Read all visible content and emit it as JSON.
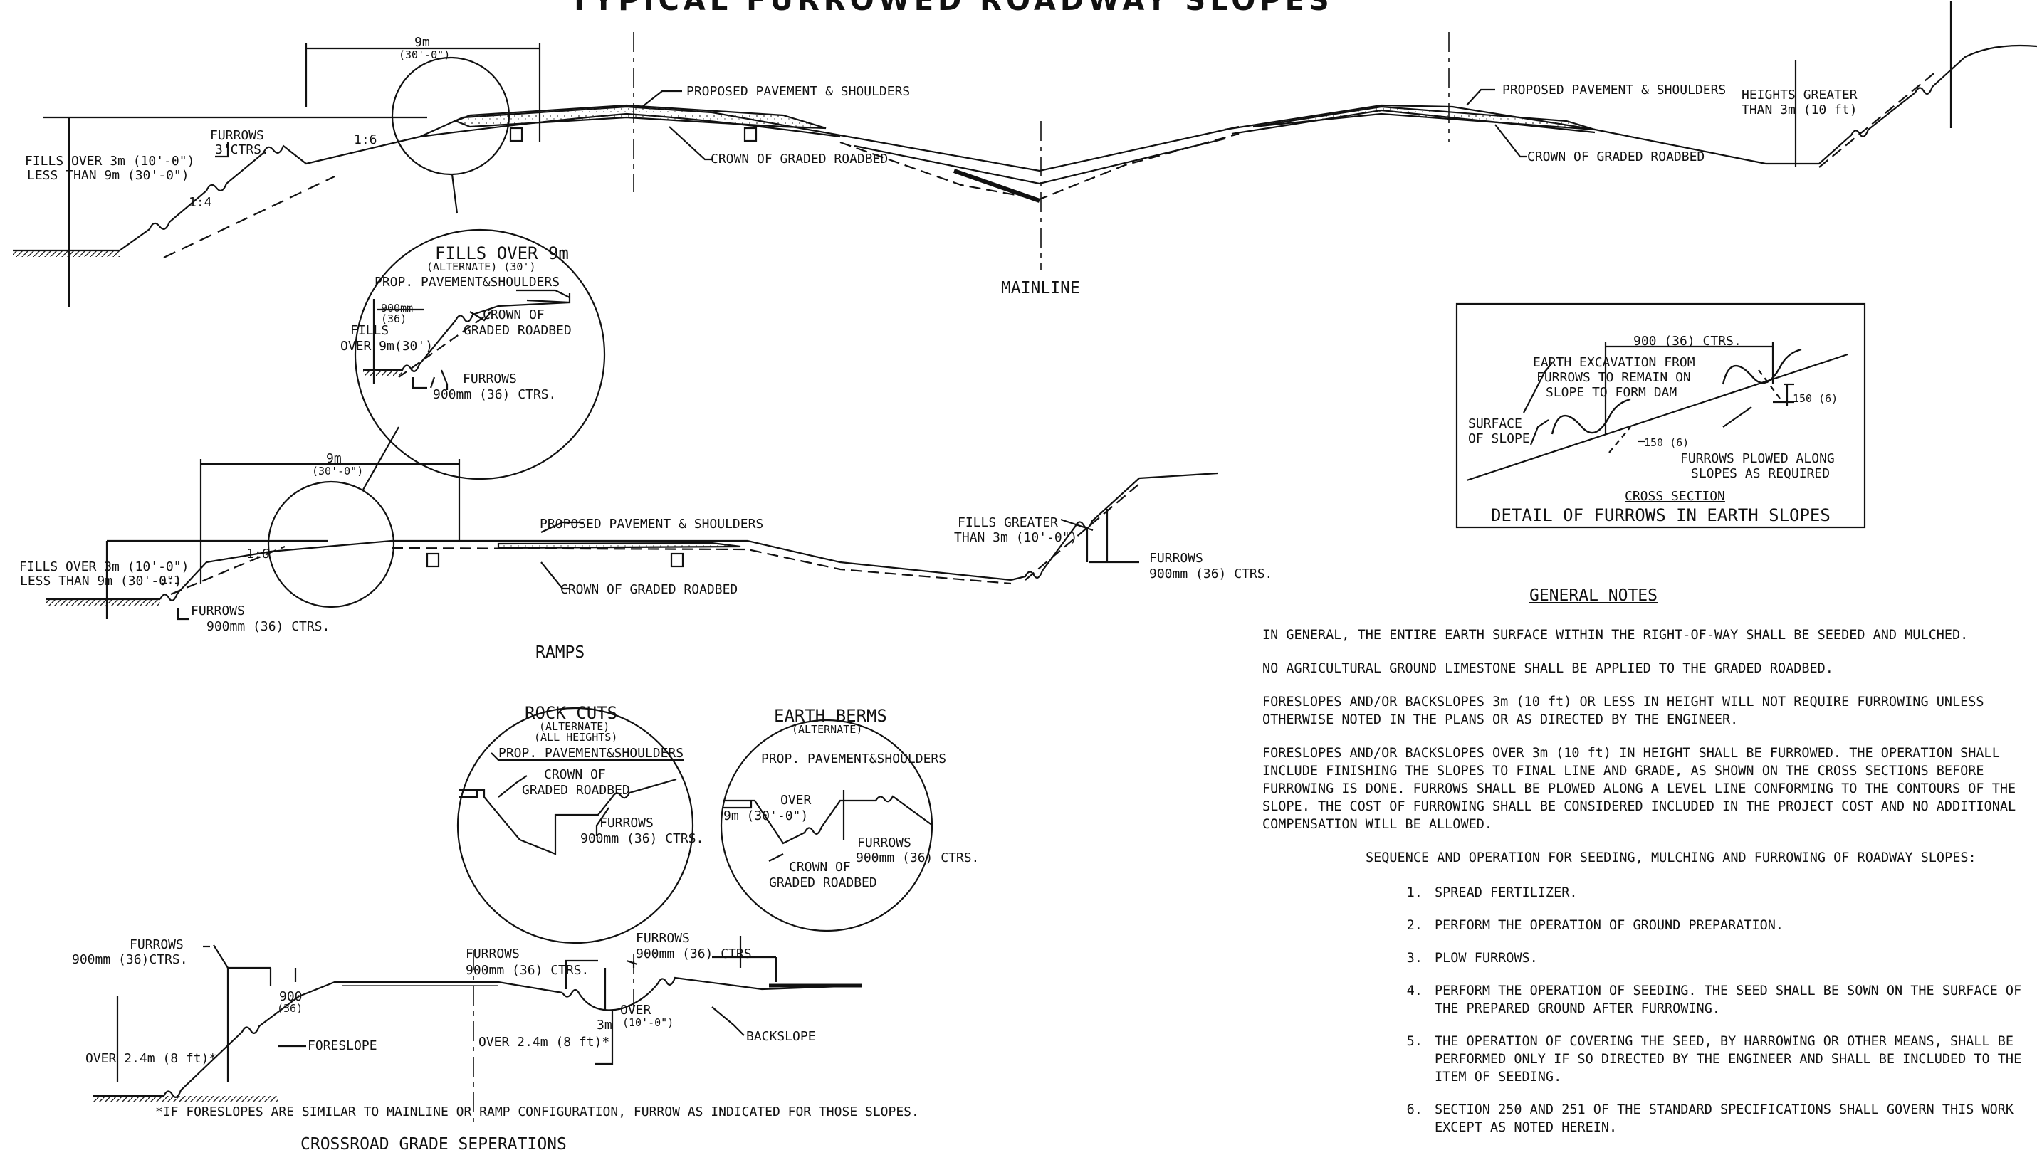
{
  "sheet_title": "TYPICAL FURROWED ROADWAY SLOPES",
  "mainline": {
    "section_title": "MAINLINE",
    "dim_width": "9m",
    "dim_width_imp": "(30'-0\")",
    "fills_label_1": "FILLS OVER 3m (10'-0\")",
    "fills_label_2": "LESS THAN 9m (30'-0\")",
    "furrows_label": "FURROWS",
    "furrows_ctrs": "3'CTRS.",
    "slope_1_4": "1:4",
    "slope_1_6": "1:6",
    "pavement_left": "PROPOSED PAVEMENT & SHOULDERS",
    "crown_left": "CROWN OF GRADED ROADBED",
    "pavement_right": "PROPOSED PAVEMENT & SHOULDERS",
    "crown_right": "CROWN OF GRADED ROADBED",
    "heights_greater_1": "HEIGHTS GREATER",
    "heights_greater_2": "THAN 3m (10 ft)"
  },
  "fills_over_9m": {
    "title": "FILLS OVER 9m",
    "subtitle": "(ALTERNATE)  (30')",
    "pavement": "PROP. PAVEMENT&SHOULDERS",
    "dim": "900mm",
    "dim_imp": "(36)",
    "crown_1": "CROWN OF",
    "crown_2": "GRADED ROADBED",
    "fills_1": "FILLS",
    "fills_2": "OVER 9m(30')",
    "furrows": "FURROWS",
    "furrows_ctrs": "900mm (36) CTRS."
  },
  "detail": {
    "title": "DETAIL OF FURROWS IN EARTH SLOPES",
    "cross_section": "CROSS SECTION",
    "ctrs": "900 (36) CTRS.",
    "excavation_1": "EARTH EXCAVATION FROM",
    "excavation_2": "FURROWS TO REMAIN ON",
    "excavation_3": "SLOPE TO FORM DAM",
    "surface_1": "SURFACE",
    "surface_2": "OF SLOPE",
    "dim_150_a": "150 (6)",
    "dim_150_b": "150 (6)",
    "plowed_1": "FURROWS PLOWED ALONG",
    "plowed_2": "SLOPES AS REQUIRED"
  },
  "ramps": {
    "section_title": "RAMPS",
    "dim_width": "9m",
    "dim_width_imp": "(30'-0\")",
    "fills_label_1": "FILLS OVER 3m (10'-0\")",
    "fills_label_2": "LESS THAN 9m (30'-0\")",
    "slope_1_6": "1:6",
    "slope_1_1": "1:1",
    "pavement": "PROPOSED PAVEMENT & SHOULDERS",
    "crown": "CROWN OF GRADED ROADBED",
    "furrows_left": "FURROWS",
    "furrows_left_ctrs": "900mm (36) CTRS.",
    "fills_greater_1": "FILLS GREATER",
    "fills_greater_2": "THAN 3m (10'-0\")",
    "furrows_right": "FURROWS",
    "furrows_right_ctrs": "900mm (36) CTRS."
  },
  "rock_cuts": {
    "title": "ROCK CUTS",
    "sub1": "(ALTERNATE)",
    "sub2": "(ALL HEIGHTS)",
    "pavement": "PROP. PAVEMENT&SHOULDERS",
    "crown_1": "CROWN OF",
    "crown_2": "GRADED ROADBED",
    "furrows": "FURROWS",
    "furrows_ctrs": "900mm (36) CTRS."
  },
  "earth_berms": {
    "title": "EARTH BERMS",
    "sub1": "(ALTERNATE)",
    "pavement": "PROP. PAVEMENT&SHOULDERS",
    "over_1": "OVER",
    "over_2": "9m (30'-0\")",
    "furrows": "FURROWS",
    "furrows_ctrs": "900mm (36) CTRS.",
    "crown_1": "CROWN OF",
    "crown_2": "GRADED ROADBED"
  },
  "crossroad": {
    "section_title": "CROSSROAD GRADE SEPERATIONS",
    "furrows_a": "FURROWS",
    "furrows_a_ctrs": "900mm (36)CTRS.",
    "dim_900": "900",
    "dim_900_imp": "(36)",
    "over_left": "OVER 2.4m (8 ft)*",
    "foreslope": "FORESLOPE",
    "furrows_b": "FURROWS",
    "furrows_b_ctrs": "900mm (36) CTRS.",
    "over_mid": "OVER 2.4m (8 ft)*",
    "dim_3m": "3m",
    "over_3m_1": "OVER",
    "over_3m_2": "(10'-0\")",
    "furrows_c": "FURROWS",
    "furrows_c_ctrs": "900mm (36) CTRS.",
    "backslope": "BACKSLOPE",
    "footnote": "*IF FORESLOPES ARE SIMILAR TO MAINLINE OR RAMP CONFIGURATION, FURROW AS INDICATED FOR THOSE SLOPES."
  },
  "general_notes": {
    "title": "GENERAL NOTES",
    "paragraphs": [
      "IN GENERAL, THE ENTIRE EARTH SURFACE WITHIN THE RIGHT-OF-WAY SHALL BE SEEDED AND MULCHED.",
      "NO AGRICULTURAL GROUND LIMESTONE SHALL BE APPLIED TO THE GRADED ROADBED.",
      "FORESLOPES AND/OR BACKSLOPES 3m (10 ft) OR LESS IN HEIGHT WILL NOT REQUIRE FURROWING UNLESS OTHERWISE NOTED IN THE PLANS OR AS DIRECTED BY THE ENGINEER.",
      "FORESLOPES AND/OR BACKSLOPES OVER 3m (10 ft) IN HEIGHT SHALL BE FURROWED. THE OPERATION SHALL INCLUDE FINISHING THE SLOPES TO FINAL LINE AND GRADE, AS SHOWN ON THE CROSS SECTIONS BEFORE FURROWING IS DONE. FURROWS SHALL BE PLOWED ALONG A LEVEL LINE CONFORMING TO THE CONTOURS OF THE SLOPE. THE COST OF FURROWING SHALL BE CONSIDERED INCLUDED IN THE PROJECT COST AND NO ADDITIONAL COMPENSATION WILL BE ALLOWED."
    ],
    "sequence_title": "SEQUENCE AND OPERATION FOR SEEDING, MULCHING AND FURROWING OF ROADWAY SLOPES:",
    "steps": [
      "SPREAD FERTILIZER.",
      "PERFORM THE OPERATION OF GROUND PREPARATION.",
      "PLOW FURROWS.",
      "PERFORM THE OPERATION OF SEEDING. THE SEED SHALL BE SOWN ON THE SURFACE OF THE PREPARED GROUND AFTER FURROWING.",
      "THE OPERATION OF COVERING THE SEED, BY HARROWING OR OTHER MEANS, SHALL BE PERFORMED ONLY IF SO DIRECTED BY THE ENGINEER AND SHALL BE INCLUDED TO THE ITEM OF SEEDING.",
      "SECTION 250 AND 251 OF THE STANDARD SPECIFICATIONS SHALL GOVERN THIS WORK EXCEPT AS NOTED HEREIN."
    ]
  }
}
